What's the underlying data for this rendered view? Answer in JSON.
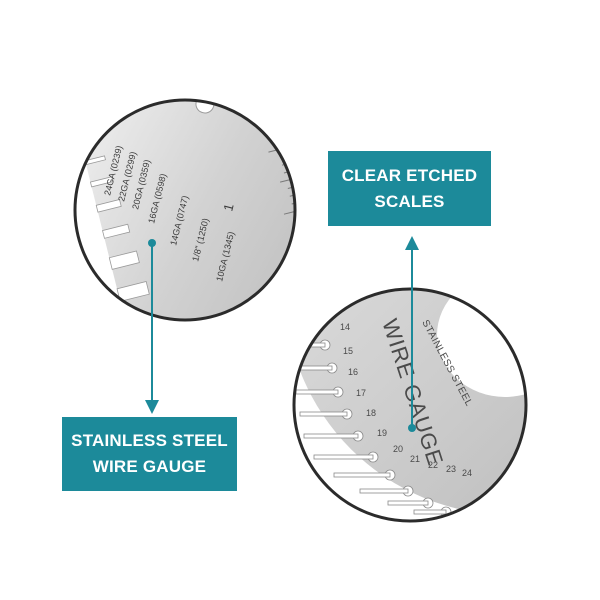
{
  "colors": {
    "teal": "#1c8a9a",
    "steel_light": "#dcdcdc",
    "steel_dark": "#9a9a9a",
    "ring": "#2b2b2b"
  },
  "callouts": {
    "left": {
      "line1": "STAINLESS STEEL",
      "line2": "WIRE GAUGE"
    },
    "right": {
      "line1": "CLEAR ETCHED",
      "line2": "SCALES"
    }
  },
  "gauge_left_labels": [
    "24GA (0239)",
    "22GA (0299)",
    "20GA (0359)",
    "16GA (0598)",
    "14GA (0747)",
    "1/8\" (1250)",
    "10GA (1345)"
  ],
  "gauge_left_scale_mark": "1",
  "gauge_right_title": "WIRE GAUGE",
  "gauge_right_subtitle": "STAINLESS STEEL",
  "gauge_right_numbers": [
    "14",
    "15",
    "16",
    "17",
    "18",
    "19",
    "20",
    "21",
    "22",
    "23",
    "24"
  ],
  "icons": {
    "arrow_down": "arrow-down-icon",
    "arrow_up": "arrow-up-icon"
  }
}
